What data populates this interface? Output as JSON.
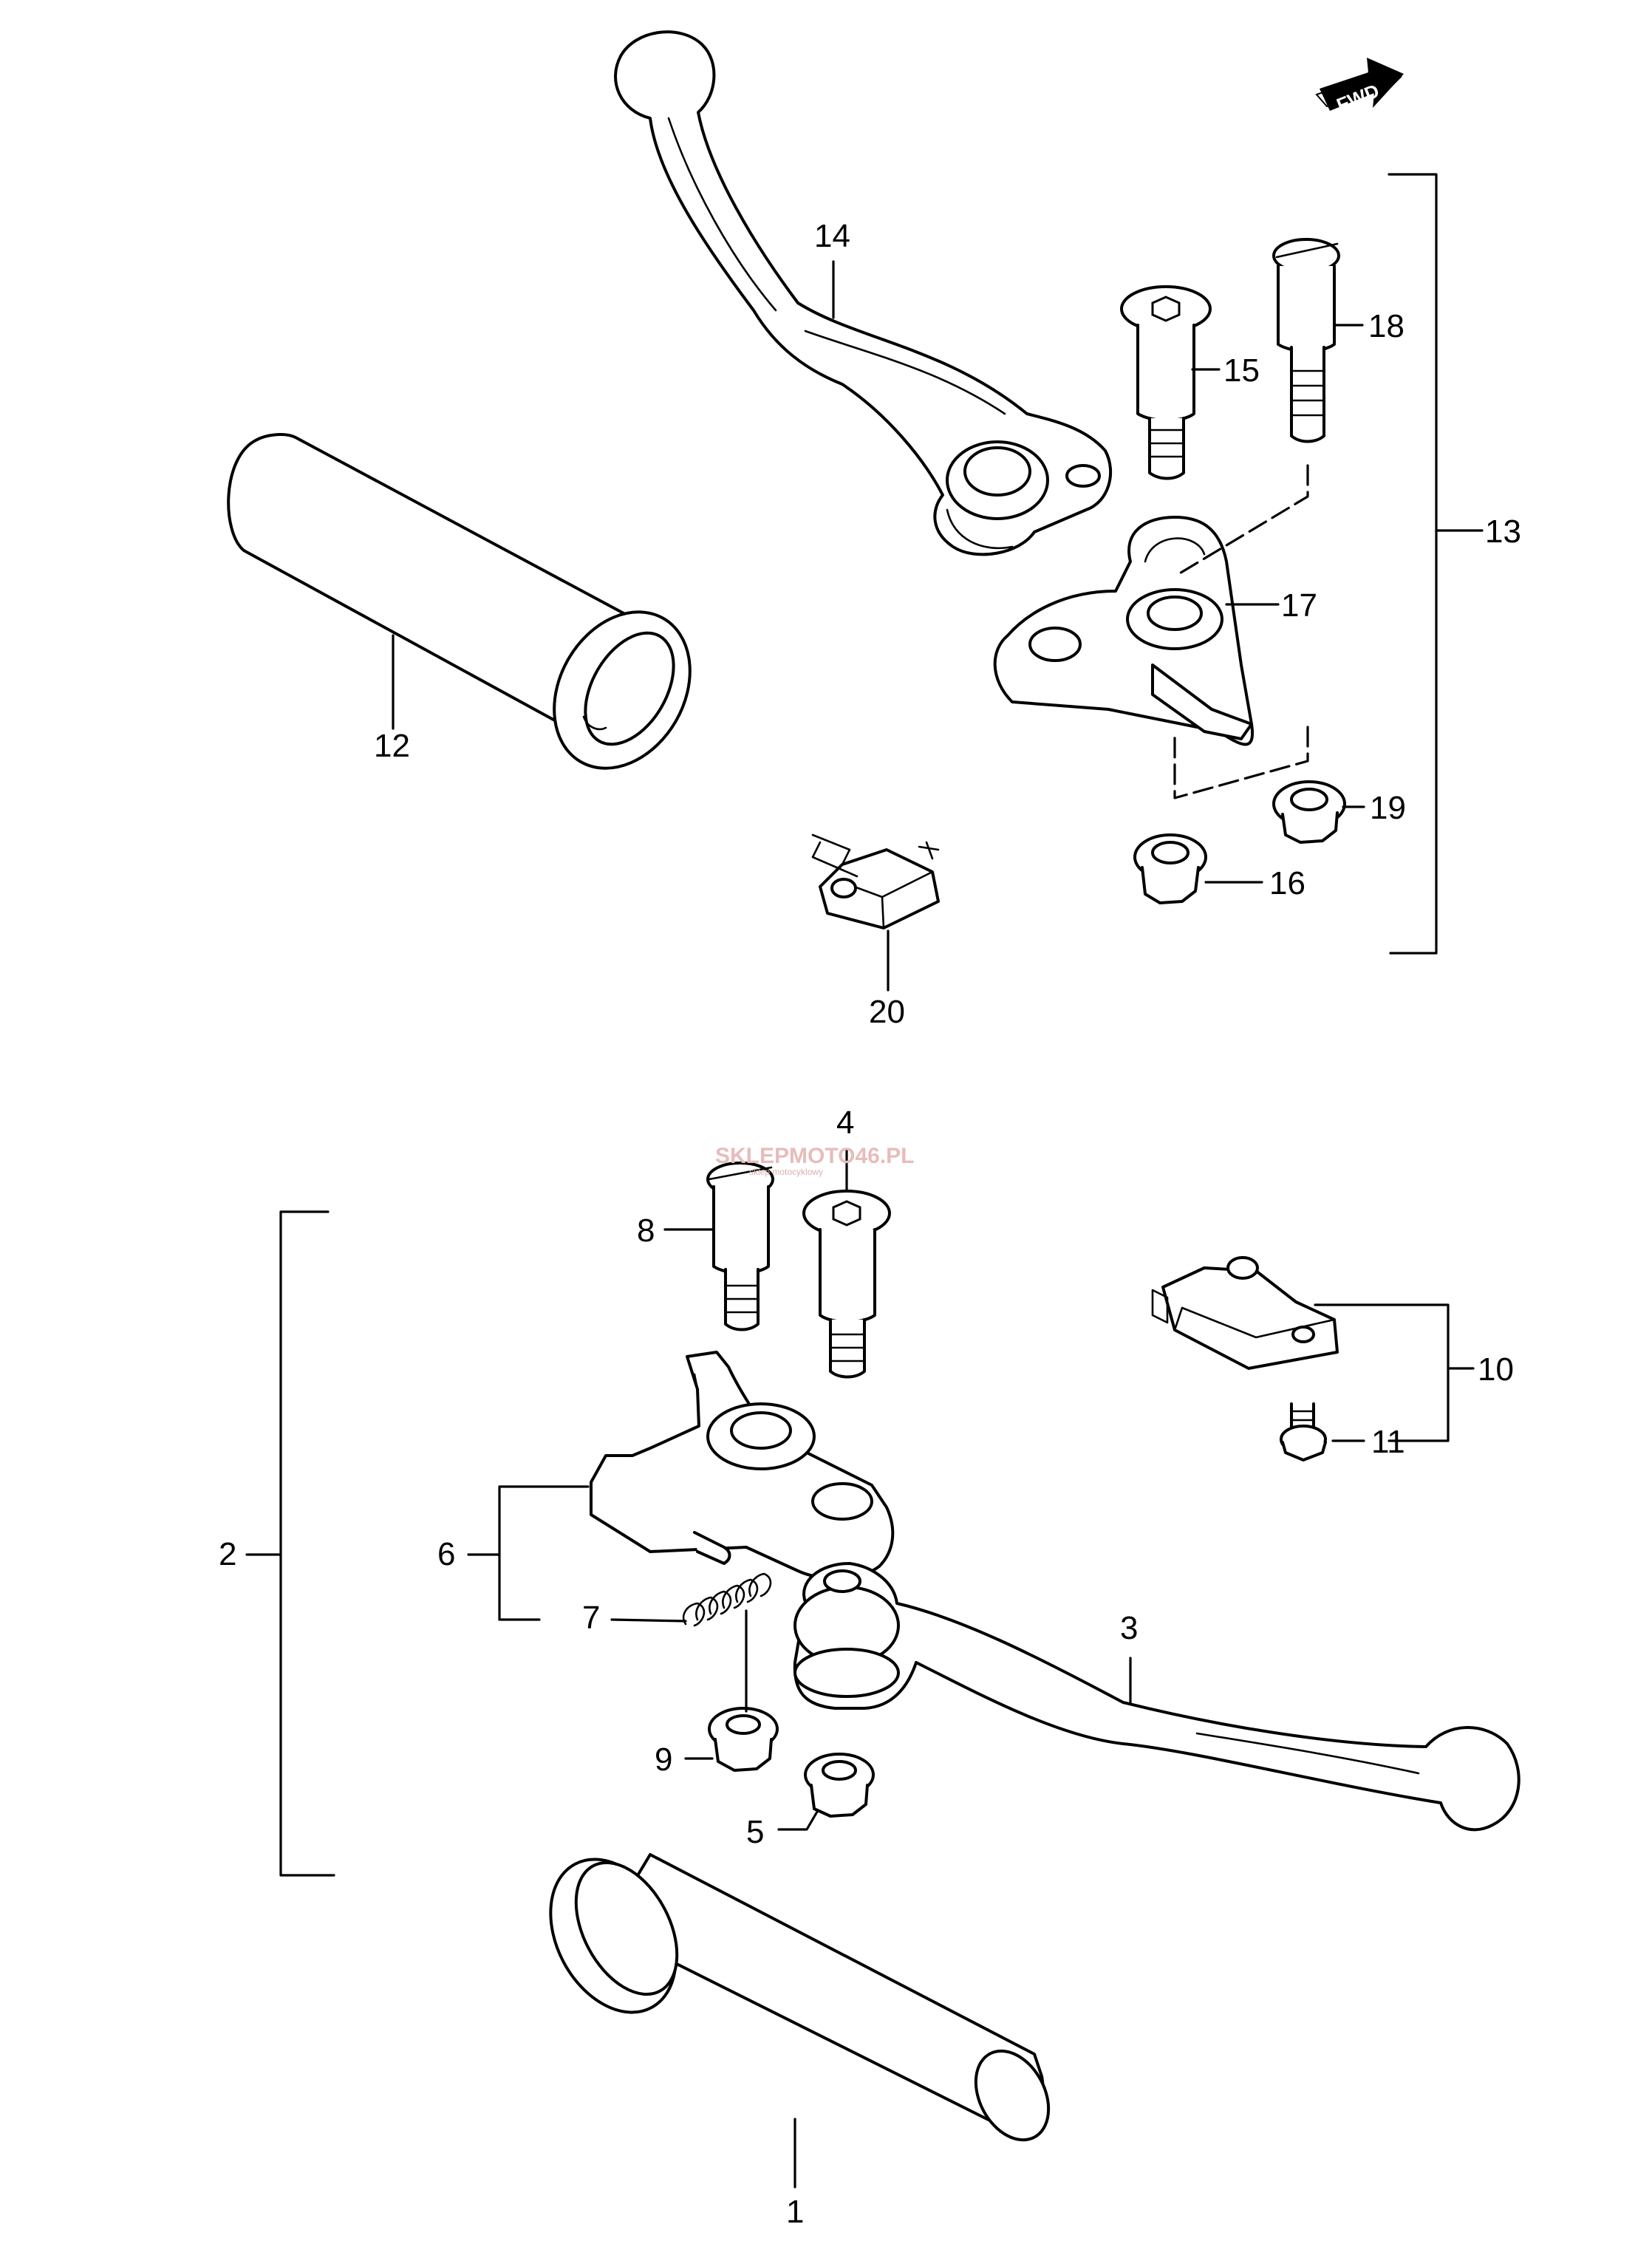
{
  "fwd_label": "FWD",
  "watermark": {
    "main": "SKLEPMOTO46.PL",
    "sub": "sklep motocyklowy"
  },
  "callouts": {
    "c1": "1",
    "c2": "2",
    "c3": "3",
    "c4": "4",
    "c5": "5",
    "c6": "6",
    "c7": "7",
    "c8": "8",
    "c9": "9",
    "c10": "10",
    "c11": "11",
    "c12": "12",
    "c13": "13",
    "c14": "14",
    "c15": "15",
    "c16": "16",
    "c17": "17",
    "c18": "18",
    "c19": "19",
    "c20": "20"
  },
  "colors": {
    "line": "#000000",
    "background": "#ffffff",
    "watermark": "#e8bcbc"
  }
}
